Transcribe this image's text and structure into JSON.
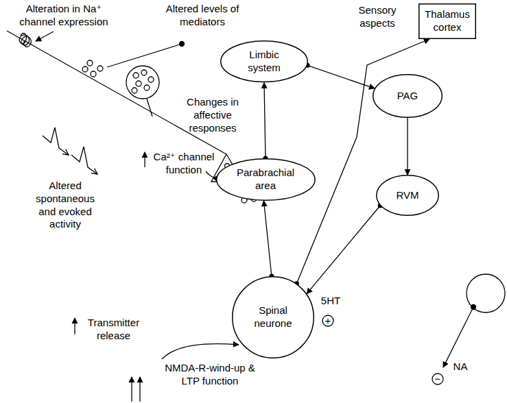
{
  "diagram": {
    "nodes": [
      {
        "text": [
          "Thalamus cortex"
        ]
      },
      {
        "text": [
          "Limbic system"
        ]
      },
      {
        "text": [
          "PAG"
        ]
      },
      {
        "text": [
          "Parabrachial area"
        ]
      },
      {
        "text": [
          "RVM"
        ]
      },
      {
        "text": [
          "Spinal neurone"
        ]
      }
    ],
    "edges": [
      {
        "from": 5,
        "to": 3,
        "arrow": "to"
      },
      {
        "from": 3,
        "to": 1,
        "arrow": "to"
      },
      {
        "from": 1,
        "to": 2,
        "arrow": "to"
      },
      {
        "from": 2,
        "to": 4,
        "arrow": "to"
      },
      {
        "from": 4,
        "to": 5,
        "arrow": "to"
      },
      {
        "from": 5,
        "to": 0,
        "arrow": "to"
      }
    ],
    "labels": [
      "Alteration in Na⁺ channel expression",
      "Altered levels of mediators",
      "Sensory aspects",
      "Changes in affective responses",
      "Altered spontaneous and evoked activity",
      "Ca²⁺ channel function",
      "Transmitter release",
      "5HT",
      "+",
      "NA",
      "−",
      "NMDA-R-wind-up & LTP function"
    ]
  }
}
